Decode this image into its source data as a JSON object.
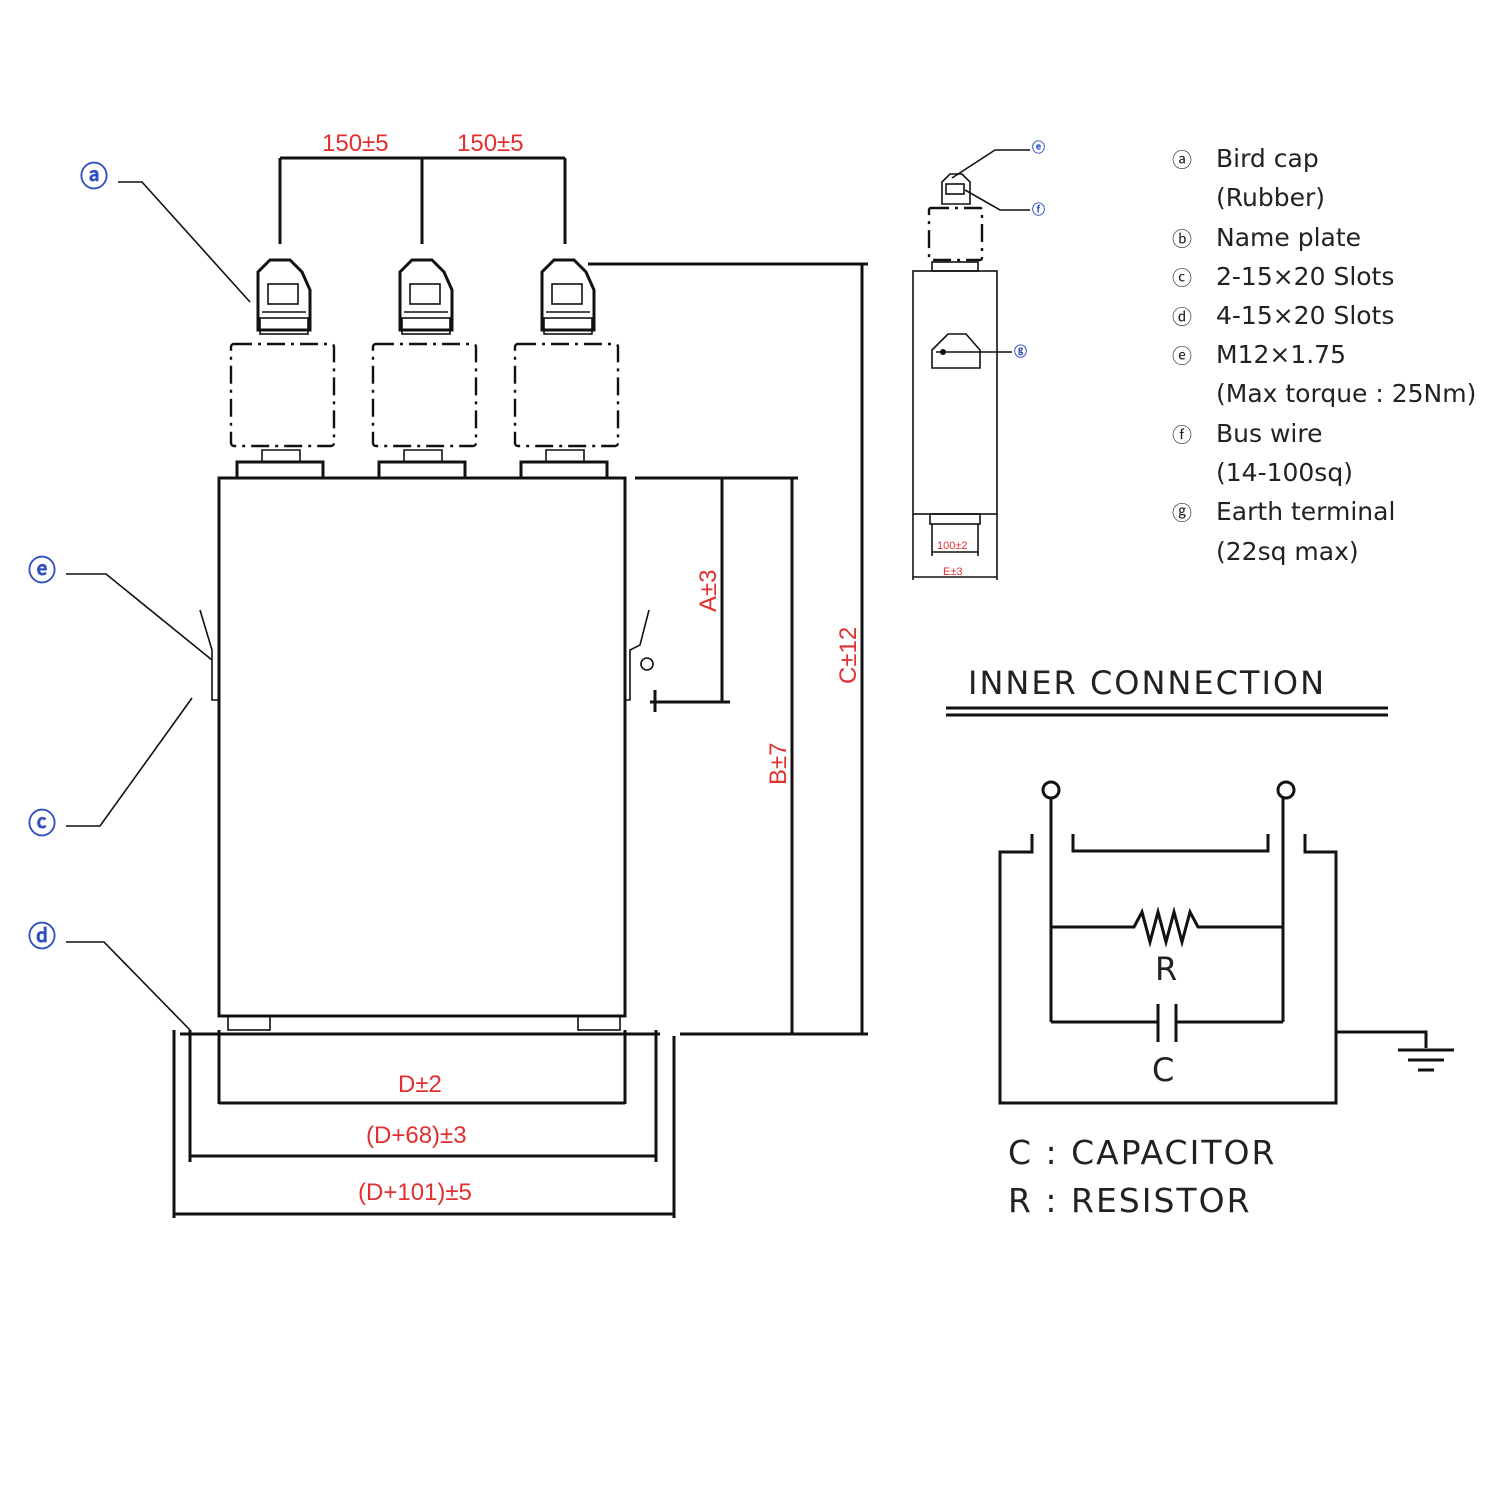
{
  "dimensions": {
    "pitch_left": "150±5",
    "pitch_right": "150±5",
    "a": "A±3",
    "b": "B±7",
    "c": "C±12",
    "d": "D±2",
    "d68": "(D+68)±3",
    "d101": "(D+101)±5",
    "side_width": "100±2",
    "side_e": "E±3"
  },
  "callouts": {
    "top_left": "ⓐ",
    "side_upper": "ⓔ",
    "side_lower": "ⓒ",
    "bottom_left": "ⓓ",
    "side_view_top1": "ⓔ",
    "side_view_top2": "ⓕ",
    "side_view_mid": "ⓖ"
  },
  "legend": [
    {
      "letter": "ⓐ",
      "lines": [
        "Bird cap",
        "(Rubber)"
      ]
    },
    {
      "letter": "ⓑ",
      "lines": [
        "Name plate"
      ]
    },
    {
      "letter": "ⓒ",
      "lines": [
        "2-15×20 Slots"
      ]
    },
    {
      "letter": "ⓓ",
      "lines": [
        "4-15×20 Slots"
      ]
    },
    {
      "letter": "ⓔ",
      "lines": [
        "M12×1.75",
        "(Max torque : 25Nm)"
      ]
    },
    {
      "letter": "ⓕ",
      "lines": [
        "Bus wire",
        "(14-100sq)"
      ]
    },
    {
      "letter": "ⓖ",
      "lines": [
        "Earth terminal",
        "(22sq max)"
      ]
    }
  ],
  "inner_connection": {
    "title": "INNER CONNECTION",
    "r_label": "R",
    "c_label": "C",
    "key_c": "C : CAPACITOR",
    "key_r": "R : RESISTOR"
  }
}
